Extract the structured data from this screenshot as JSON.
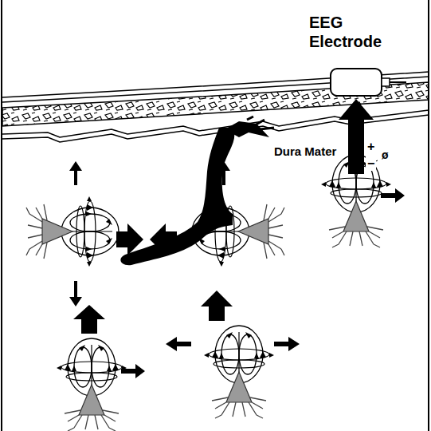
{
  "diagram": {
    "labels": [
      "EEG Electrode",
      "Dura Mater",
      "+",
      "−",
      "ø"
    ]
  }
}
